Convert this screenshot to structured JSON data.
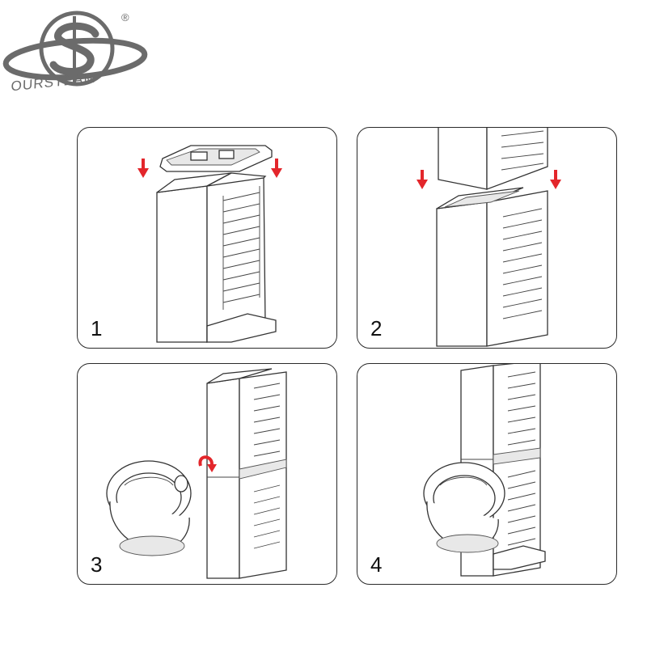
{
  "brand": {
    "name": "OURSTEAM",
    "registered_mark": "®",
    "color": "#6b6b6b"
  },
  "steps": [
    {
      "number": "1"
    },
    {
      "number": "2"
    },
    {
      "number": "3"
    },
    {
      "number": "4"
    }
  ],
  "colors": {
    "arrow": "#e3262b",
    "outline": "#2a2a2a"
  }
}
